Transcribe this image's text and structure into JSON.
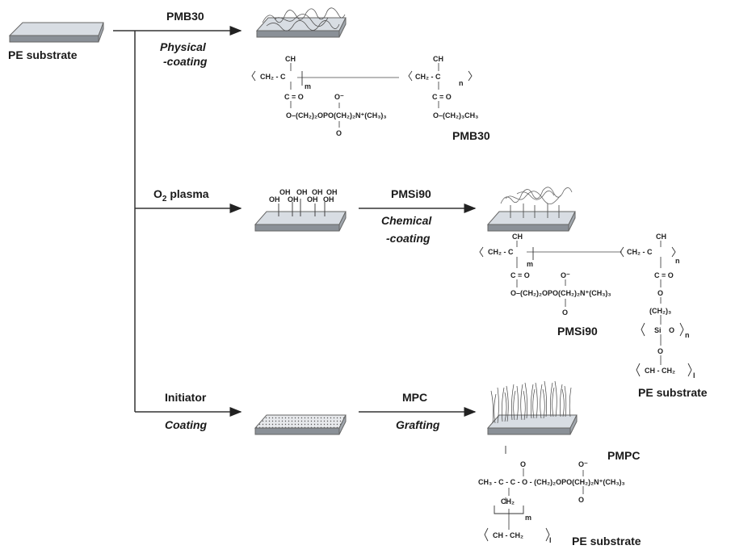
{
  "labels": {
    "pe_substrate_left": "PE substrate",
    "route1_reagent": "PMB30",
    "route1_method_line1": "Physical",
    "route1_method_line2": "-coating",
    "route1_polymer_name": "PMB30",
    "route2_treatment": "O",
    "route2_treatment_sub": "2",
    "route2_treatment_rest": " plasma",
    "route2_reagent": "PMSi90",
    "route2_method_line1": "Chemical",
    "route2_method_line2": "-coating",
    "route2_polymer_name": "PMSi90",
    "route2_pe_substrate": "PE substrate",
    "route3_reagent": "Initiator",
    "route3_method": "Coating",
    "route3_monomer": "MPC",
    "route3_method2": "Grafting",
    "route3_polymer_name": "PMPC",
    "route3_pe_substrate": "PE substrate"
  },
  "chem": {
    "ch3": "CH",
    "ch3_sub": "3",
    "pmb_backbone_left": "CH₂ - C",
    "pmb_backbone_right": "CH₂ - C",
    "m": "m",
    "n": "n",
    "l": "l",
    "co": "C = O",
    "o_minus": "O⁻",
    "o": "O",
    "pmb_side1": "O–(CH₂)₂OPO(CH₂)₂N⁺(CH₃)₃",
    "pmb_side2": "O–(CH₂)₃CH₃",
    "oh": "OH",
    "si": "Si",
    "propyl": "(CH₂)₃",
    "pe_repeat": "CH - CH₂",
    "pmpc_chain": "CH₃ - C - C - O - (CH₂)₂OPO(CH₂)₂N⁺(CH₃)₃",
    "ch2": "CH₂"
  },
  "colors": {
    "substrate_top": "#d8dde3",
    "substrate_side": "#8a9097",
    "line": "#333333"
  }
}
